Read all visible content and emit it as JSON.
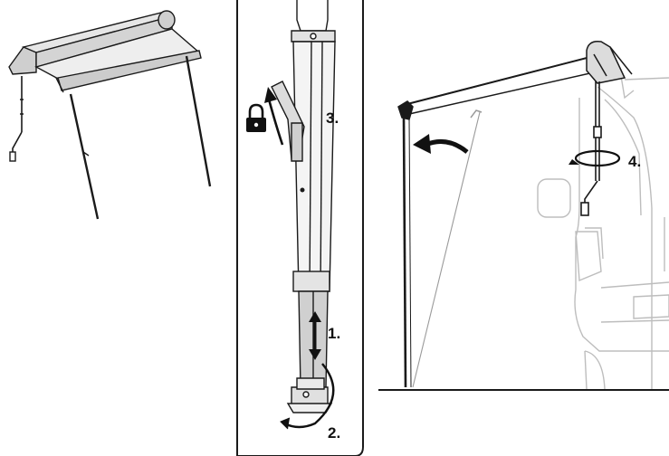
{
  "steps": {
    "step1": "1.",
    "step2": "2.",
    "step3": "3.",
    "step4": "4."
  },
  "icons": {
    "lock": "padlock-icon",
    "arrow": "curved-arrow-icon"
  },
  "colors": {
    "line": "#1a1a1a",
    "car_line": "#bdbdbd",
    "fabric_fill": "#dedede",
    "leg_fill": "#d0d0d0"
  }
}
